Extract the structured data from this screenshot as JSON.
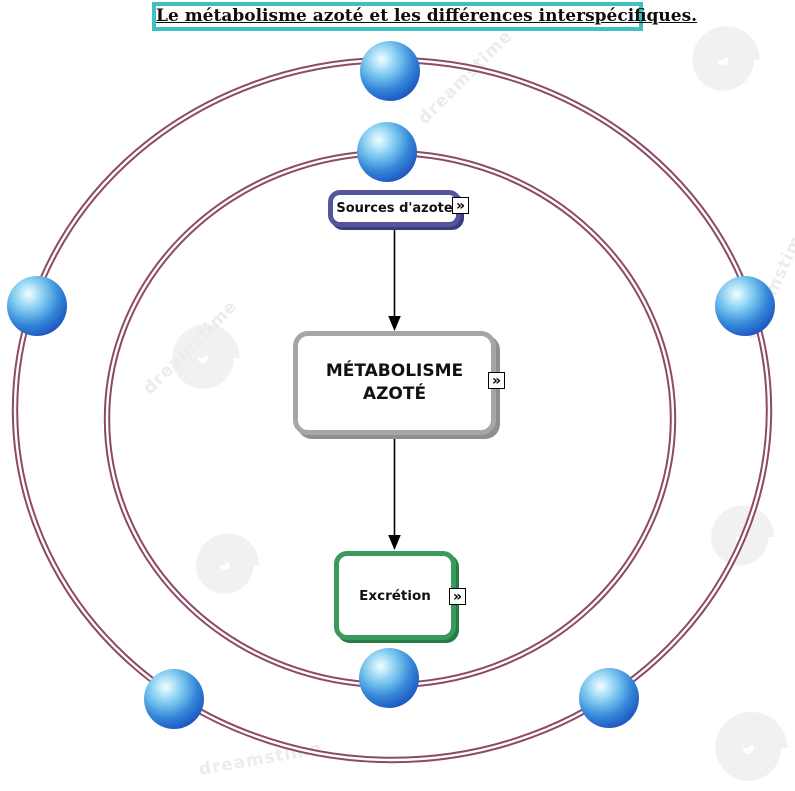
{
  "title": "Le métabolisme azoté et les différences interspécifiques.",
  "diagram": {
    "title_border_color": "#3ec1c1",
    "orbit_color": "#8d4a68",
    "sphere_color": "#1e55c0",
    "arrow_color": "#000000",
    "nodes": {
      "sources": {
        "label": "Sources d'azote",
        "border_color": "#55559a"
      },
      "metabolisme": {
        "label": "MÉTABOLISME\nAZOTÉ",
        "border_color": "#a6a6a6"
      },
      "excretion": {
        "label": "Excrétion",
        "border_color": "#3a9a5c"
      }
    },
    "more_glyph": "»"
  },
  "watermark": {
    "brand": "dreamstime"
  }
}
